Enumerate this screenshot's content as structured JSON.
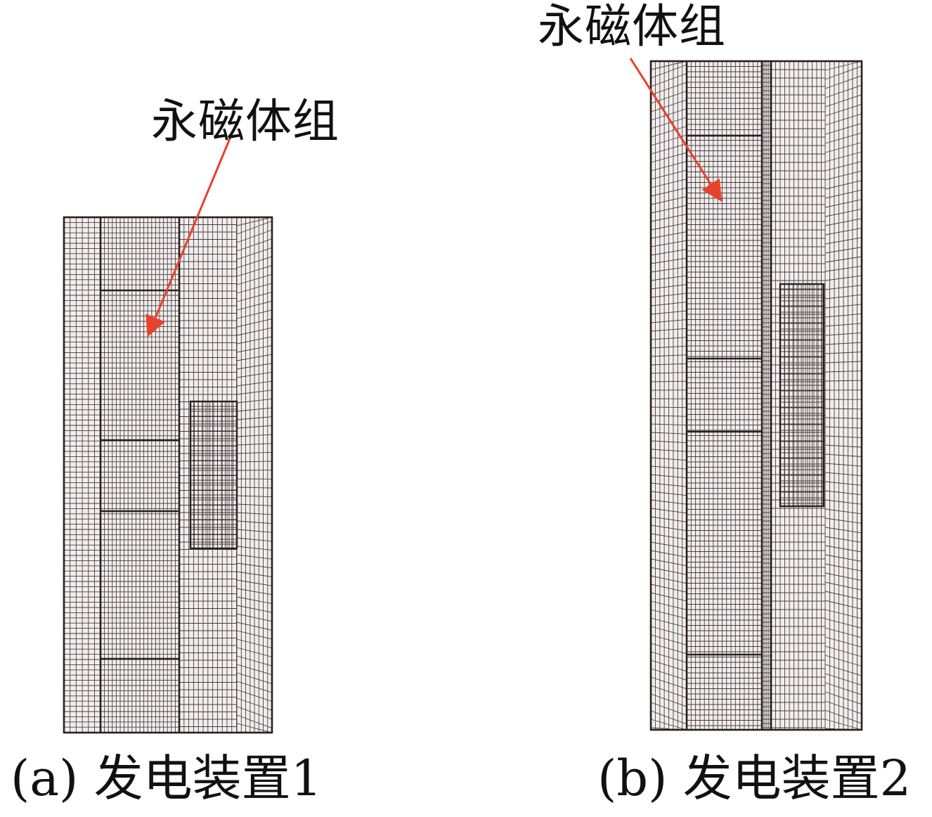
{
  "panels": [
    {
      "id": "a",
      "annotation": "永磁体组",
      "caption": "(a)  发电装置1"
    },
    {
      "id": "b",
      "annotation": "永磁体组",
      "caption": "(b)  发电装置2"
    }
  ],
  "colors": {
    "mesh_line": "#2a1f1f",
    "mesh_fill": "#f2eeee",
    "arrow": "#e8412c",
    "text": "#111111"
  }
}
